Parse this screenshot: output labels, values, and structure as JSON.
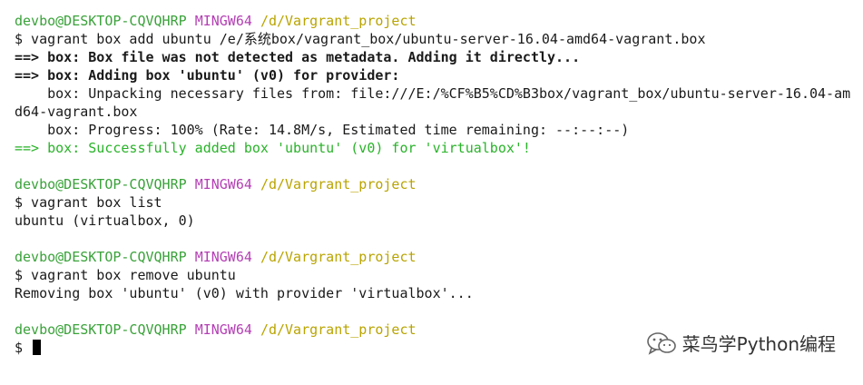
{
  "terminal": {
    "p1": {
      "user": "devbo@DESKTOP-CQVQHRP",
      "app": "MINGW64",
      "path": "/d/Vargrant_project",
      "command": "$ vagrant box add ubuntu /e/系统box/vagrant_box/ubuntu-server-16.04-amd64-vagrant.box"
    },
    "out1": [
      "==> box: Box file was not detected as metadata. Adding it directly...",
      "==> box: Adding box 'ubuntu' (v0) for provider:",
      "    box: Unpacking necessary files from: file:///E:/%CF%B5%CD%B3box/vagrant_box/ubuntu-server-16.04-am",
      "d64-vagrant.box",
      "    box: Progress: 100% (Rate: 14.8M/s, Estimated time remaining: --:--:--)",
      "==> box: Successfully added box 'ubuntu' (v0) for 'virtualbox'!"
    ],
    "p2": {
      "user": "devbo@DESKTOP-CQVQHRP",
      "app": "MINGW64",
      "path": "/d/Vargrant_project",
      "command": "$ vagrant box list"
    },
    "out2": "ubuntu (virtualbox, 0)",
    "p3": {
      "user": "devbo@DESKTOP-CQVQHRP",
      "app": "MINGW64",
      "path": "/d/Vargrant_project",
      "command": "$ vagrant box remove ubuntu"
    },
    "out3": "Removing box 'ubuntu' (v0) with provider 'virtualbox'...",
    "p4": {
      "user": "devbo@DESKTOP-CQVQHRP",
      "app": "MINGW64",
      "path": "/d/Vargrant_project",
      "command": "$"
    }
  },
  "watermark": {
    "text": "菜鸟学Python编程",
    "icon": "wechat-icon"
  },
  "colors": {
    "user": "#3aa23a",
    "mingw": "#b43fb4",
    "path": "#b9a400",
    "success": "#29b329"
  }
}
